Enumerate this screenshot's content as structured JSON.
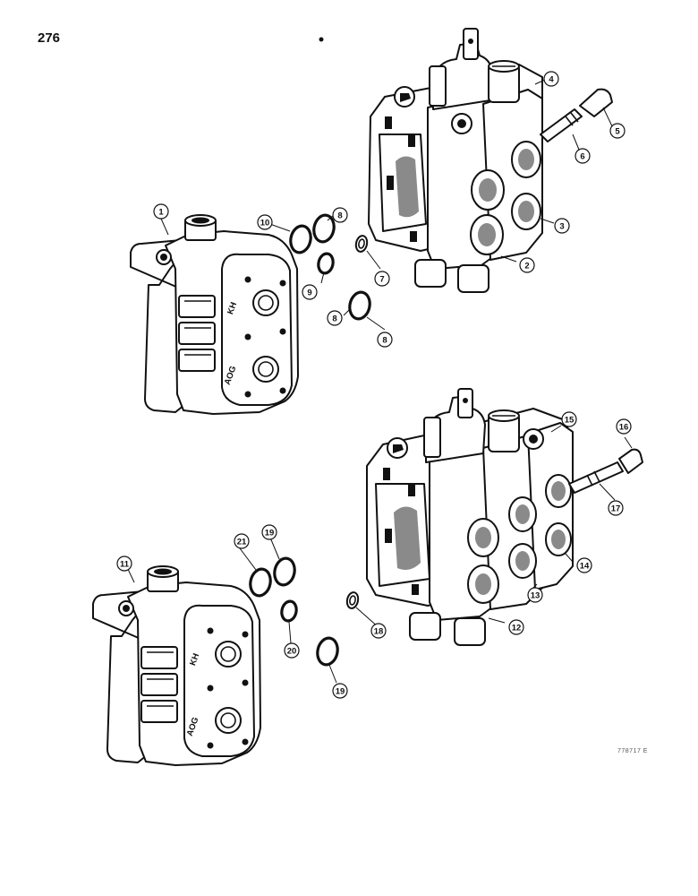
{
  "page_number": "276",
  "reference_code": "778717 E",
  "callouts": {
    "c1": "1",
    "c2": "2",
    "c3": "3",
    "c4": "4",
    "c5": "5",
    "c6": "6",
    "c7": "7",
    "c8a": "8",
    "c8b": "8",
    "c8c": "8",
    "c9": "9",
    "c10": "10",
    "c11": "11",
    "c12": "12",
    "c13": "13",
    "c14": "14",
    "c15": "15",
    "c16": "16",
    "c17": "17",
    "c18": "18",
    "c19a": "19",
    "c19b": "19",
    "c20": "20",
    "c21": "21"
  },
  "casting_marks": {
    "top_a": "KH",
    "top_b": "AOG",
    "bottom_a": "KH",
    "bottom_b": "AOG"
  }
}
